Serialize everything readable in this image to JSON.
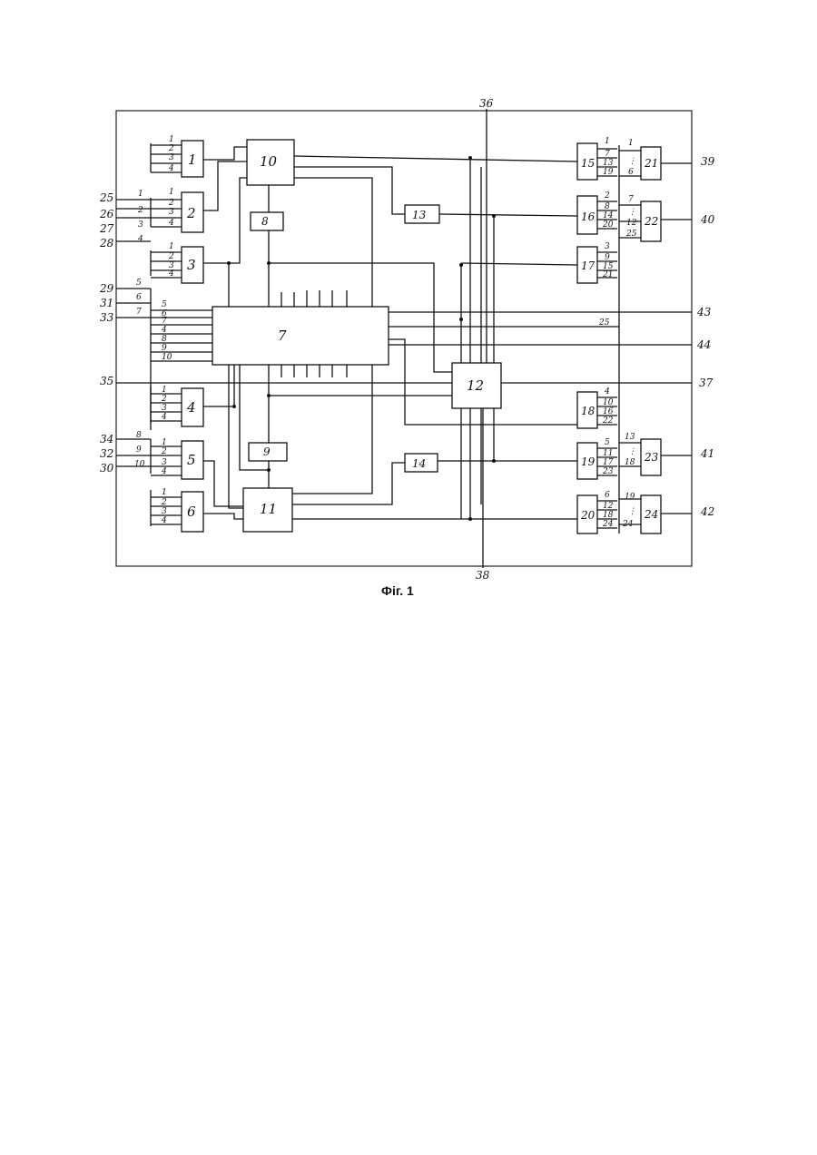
{
  "caption": "Фiг. 1",
  "blocks": [
    "1",
    "2",
    "3",
    "4",
    "5",
    "6",
    "7",
    "8",
    "9",
    "10",
    "11",
    "12",
    "13",
    "14",
    "15",
    "16",
    "17",
    "18",
    "19",
    "20",
    "21",
    "22",
    "23",
    "24"
  ],
  "inputs_left": [
    "25",
    "26",
    "27",
    "28",
    "29",
    "31",
    "33",
    "35",
    "34",
    "32",
    "30"
  ],
  "terminals_top_bottom": [
    "36",
    "38"
  ],
  "outputs_right": [
    "39",
    "40",
    "43",
    "44",
    "37",
    "41",
    "42"
  ],
  "line_labels": {
    "in_bus_a": [
      "1",
      "2",
      "3",
      "4"
    ],
    "in_bus_b": [
      "5",
      "6",
      "7"
    ],
    "in_bus_c": [
      "8",
      "9",
      "10"
    ],
    "group_pins": [
      "1",
      "2",
      "3",
      "4"
    ],
    "block7_inputs": [
      "5",
      "6",
      "7",
      "4",
      "8",
      "9",
      "10"
    ],
    "line25": "25"
  },
  "right_labels": {
    "r15": [
      "1",
      "7",
      "13",
      "19"
    ],
    "r15b": [
      "1",
      "6"
    ],
    "r16": [
      "2",
      "8",
      "14",
      "20"
    ],
    "r16b": [
      "7",
      "12"
    ],
    "r16c": "25",
    "r17": [
      "3",
      "9",
      "15",
      "21"
    ],
    "r18": [
      "4",
      "10",
      "16",
      "22"
    ],
    "r19": [
      "5",
      "11",
      "17",
      "23"
    ],
    "r19b": [
      "13",
      "18"
    ],
    "r20": [
      "6",
      "12",
      "18",
      "24"
    ],
    "r20b": [
      "19",
      "24"
    ],
    "dots": "⋮"
  }
}
